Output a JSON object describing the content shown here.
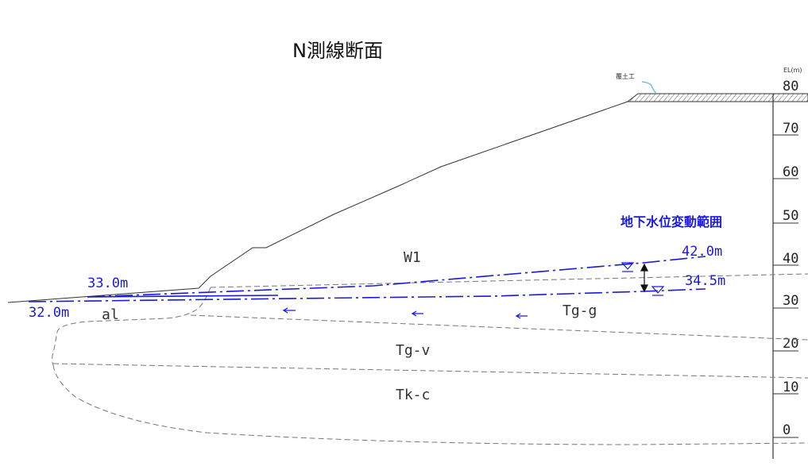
{
  "title": "N測線断面",
  "cover_soil_label": "覆土工",
  "elevation_axis": {
    "unit_label": "EL(m)",
    "ticks": [
      "80",
      "70",
      "60",
      "50",
      "40",
      "30",
      "20",
      "10",
      "0"
    ]
  },
  "layers": {
    "w1": "W1",
    "al": "al",
    "tg_g": "Tg-g",
    "tg_v": "Tg-v",
    "tk_c": "Tk-c"
  },
  "water_levels": {
    "upper_left": "33.0m",
    "lower_left": "32.0m",
    "upper_right": "42.0m",
    "lower_right": "34.5m"
  },
  "range_label": "地下水位変動範囲",
  "colors": {
    "water_line": "#1a1adc",
    "ground_line": "#333333",
    "boundary": "#777777"
  }
}
